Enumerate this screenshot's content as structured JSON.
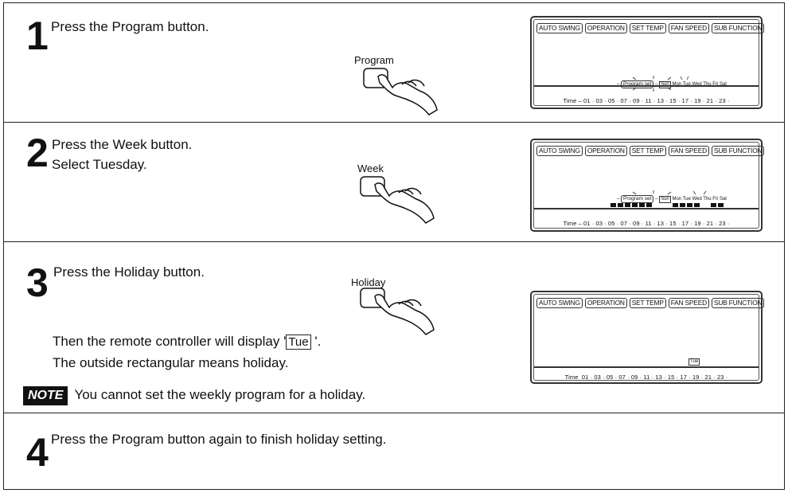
{
  "steps": [
    {
      "number": "1",
      "lines": [
        "Press the Program button."
      ],
      "button_label": "Program"
    },
    {
      "number": "2",
      "lines": [
        "Press the Week button.",
        "Select Tuesday."
      ],
      "button_label": "Week"
    },
    {
      "number": "3",
      "lines": [
        "Press the Holiday button."
      ],
      "button_label": "Holiday",
      "display_text_before": "Then the remote controller will display '",
      "display_text_day": "Tue",
      "display_text_after": "'.",
      "rect_text": "The outside rectangular means holiday.",
      "note_badge": "NOTE",
      "note_text": "You cannot set the weekly program for a holiday."
    },
    {
      "number": "4",
      "lines": [
        "Press the Program button again to finish holiday setting."
      ]
    }
  ],
  "lcd": {
    "modes": [
      "AUTO SWING",
      "OPERATION",
      "SET TEMP",
      "FAN SPEED",
      "SUB FUNCTION"
    ],
    "program_set": "Program set",
    "days": [
      "Sun",
      "Mon",
      "Tue",
      "Wed",
      "Thu",
      "Fri",
      "Sat"
    ],
    "time_label": "Time",
    "times": [
      "01",
      "03",
      "05",
      "07",
      "09",
      "11",
      "13",
      "15",
      "17",
      "19",
      "21",
      "23"
    ],
    "holiday_day": "Tue"
  }
}
